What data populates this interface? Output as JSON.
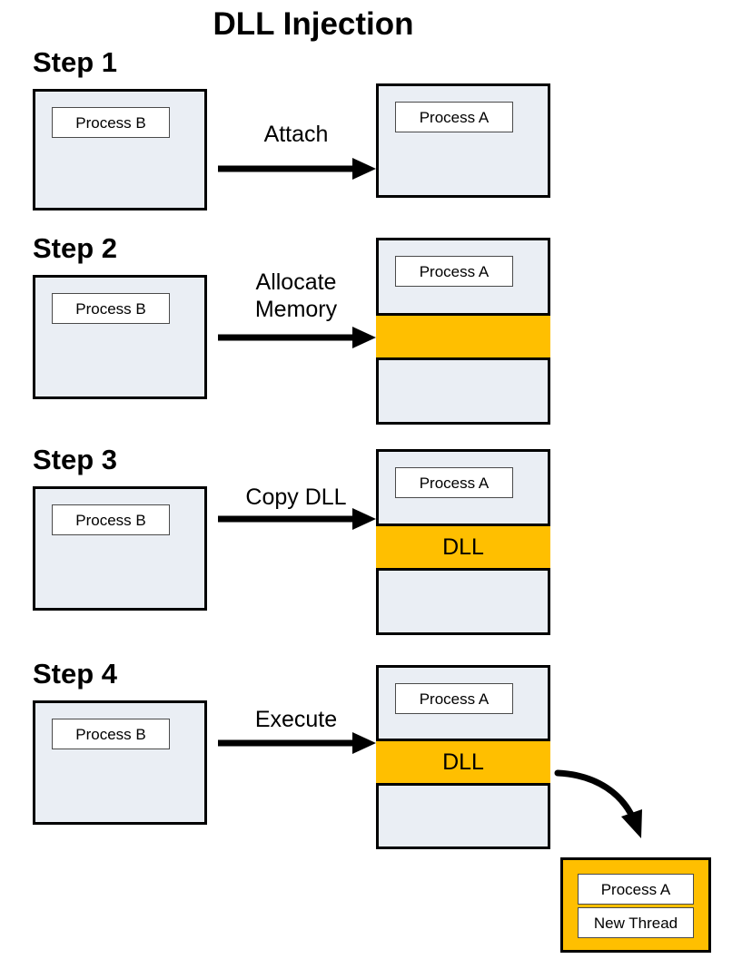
{
  "title": "DLL Injection",
  "colors": {
    "accent_orange": "#FFBF00",
    "process_fill": "#EAEEF4",
    "plate_fill": "#FFFFFF",
    "stroke": "#000000"
  },
  "steps": [
    {
      "label": "Step 1",
      "source": {
        "plate": "Process B"
      },
      "arrow": {
        "label": "Attach",
        "kind": "straight"
      },
      "target": {
        "plates": [
          "Process A"
        ],
        "band": null
      }
    },
    {
      "label": "Step 2",
      "source": {
        "plate": "Process B"
      },
      "arrow": {
        "label": "Allocate\nMemory",
        "kind": "straight"
      },
      "target": {
        "plates": [
          "Process A"
        ],
        "band": ""
      }
    },
    {
      "label": "Step 3",
      "source": {
        "plate": "Process B"
      },
      "arrow": {
        "label": "Copy DLL",
        "kind": "straight"
      },
      "target": {
        "plates": [
          "Process A"
        ],
        "band": "DLL"
      }
    },
    {
      "label": "Step 4",
      "source": {
        "plate": "Process B"
      },
      "arrow": {
        "label": "Execute",
        "kind": "straight"
      },
      "target": {
        "plates": [
          "Process A"
        ],
        "band": "DLL"
      },
      "spawn_arrow": {
        "kind": "curved"
      },
      "result": {
        "plates": [
          "Process A",
          "New Thread"
        ]
      }
    }
  ]
}
